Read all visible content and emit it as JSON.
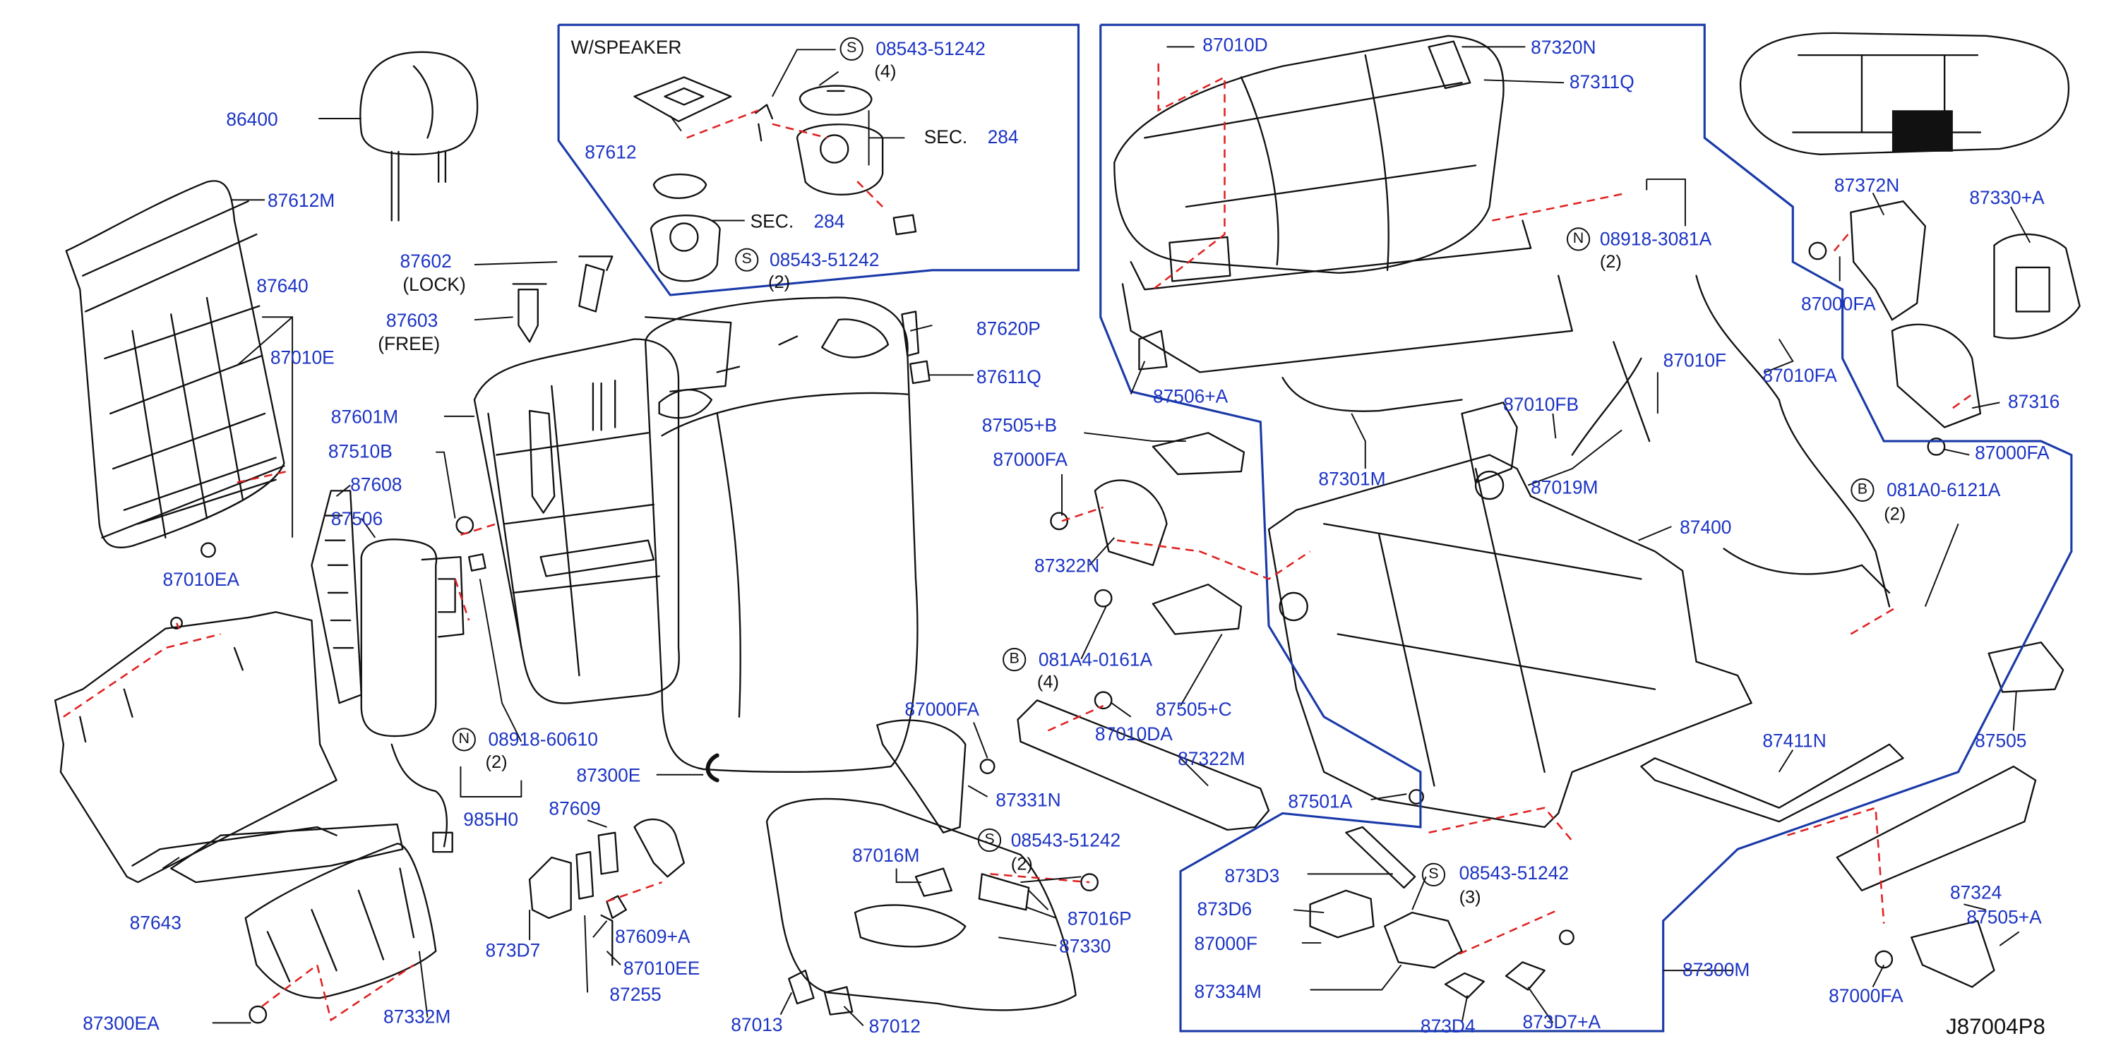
{
  "diagram_code": "J87004P8",
  "box_titles": {
    "speaker": "W/SPEAKER"
  },
  "notes": {
    "lock": "(LOCK)",
    "free": "(FREE)",
    "sec": "SEC."
  },
  "parts": [
    {
      "id": "p_86400",
      "label": "86400"
    },
    {
      "id": "p_87612M",
      "label": "87612M"
    },
    {
      "id": "p_87640",
      "label": "87640"
    },
    {
      "id": "p_87010E",
      "label": "87010E"
    },
    {
      "id": "p_87010EA",
      "label": "87010EA"
    },
    {
      "id": "p_87643",
      "label": "87643"
    },
    {
      "id": "p_87300EA",
      "label": "87300EA"
    },
    {
      "id": "p_87332M",
      "label": "87332M"
    },
    {
      "id": "p_87602",
      "label": "87602"
    },
    {
      "id": "p_87603",
      "label": "87603"
    },
    {
      "id": "p_87601M",
      "label": "87601M"
    },
    {
      "id": "p_87510B",
      "label": "87510B"
    },
    {
      "id": "p_87608",
      "label": "87608"
    },
    {
      "id": "p_87506",
      "label": "87506"
    },
    {
      "id": "p_08918_60610",
      "label": "08918-60610"
    },
    {
      "id": "p_985H0",
      "label": "985H0"
    },
    {
      "id": "p_87300E",
      "label": "87300E"
    },
    {
      "id": "p_87609",
      "label": "87609"
    },
    {
      "id": "p_873D7",
      "label": "873D7"
    },
    {
      "id": "p_87609A",
      "label": "87609+A"
    },
    {
      "id": "p_87010EE",
      "label": "87010EE"
    },
    {
      "id": "p_87255",
      "label": "87255"
    },
    {
      "id": "p_87612",
      "label": "87612"
    },
    {
      "id": "p_08543_51242_a",
      "label": "08543-51242"
    },
    {
      "id": "p_sec284_a",
      "label": "284"
    },
    {
      "id": "p_sec284_b",
      "label": "284"
    },
    {
      "id": "p_08543_51242_b",
      "label": "08543-51242"
    },
    {
      "id": "p_87620P",
      "label": "87620P"
    },
    {
      "id": "p_87611Q",
      "label": "87611Q"
    },
    {
      "id": "p_87505B",
      "label": "87505+B"
    },
    {
      "id": "p_87000FA_a",
      "label": "87000FA"
    },
    {
      "id": "p_87322N",
      "label": "87322N"
    },
    {
      "id": "p_081A4_0161A",
      "label": "081A4-0161A"
    },
    {
      "id": "p_87010DA",
      "label": "87010DA"
    },
    {
      "id": "p_87505C",
      "label": "87505+C"
    },
    {
      "id": "p_87322M",
      "label": "87322M"
    },
    {
      "id": "p_87000FA_b",
      "label": "87000FA"
    },
    {
      "id": "p_87331N",
      "label": "87331N"
    },
    {
      "id": "p_87016M",
      "label": "87016M"
    },
    {
      "id": "p_08543_51242_c",
      "label": "08543-51242"
    },
    {
      "id": "p_87016P",
      "label": "87016P"
    },
    {
      "id": "p_87330",
      "label": "87330"
    },
    {
      "id": "p_87013",
      "label": "87013"
    },
    {
      "id": "p_87012",
      "label": "87012"
    },
    {
      "id": "p_87010D",
      "label": "87010D"
    },
    {
      "id": "p_87320N",
      "label": "87320N"
    },
    {
      "id": "p_87311Q",
      "label": "87311Q"
    },
    {
      "id": "p_08918_3081A",
      "label": "08918-3081A"
    },
    {
      "id": "p_87506A",
      "label": "87506+A"
    },
    {
      "id": "p_87301M",
      "label": "87301M"
    },
    {
      "id": "p_87010F",
      "label": "87010F"
    },
    {
      "id": "p_87010FA_a",
      "label": "87010FA"
    },
    {
      "id": "p_87010FB",
      "label": "87010FB"
    },
    {
      "id": "p_87019M",
      "label": "87019M"
    },
    {
      "id": "p_87400",
      "label": "87400"
    },
    {
      "id": "p_081A0_6121A",
      "label": "081A0-6121A"
    },
    {
      "id": "p_87411N",
      "label": "87411N"
    },
    {
      "id": "p_87501A",
      "label": "87501A"
    },
    {
      "id": "p_873D3",
      "label": "873D3"
    },
    {
      "id": "p_08543_51242_d",
      "label": "08543-51242"
    },
    {
      "id": "p_873D6",
      "label": "873D6"
    },
    {
      "id": "p_87000F",
      "label": "87000F"
    },
    {
      "id": "p_87334M",
      "label": "87334M"
    },
    {
      "id": "p_873D4",
      "label": "873D4"
    },
    {
      "id": "p_873D7A",
      "label": "873D7+A"
    },
    {
      "id": "p_87300M",
      "label": "87300M"
    },
    {
      "id": "p_87372N",
      "label": "87372N"
    },
    {
      "id": "p_87330A",
      "label": "87330+A"
    },
    {
      "id": "p_87000FA_c",
      "label": "87000FA"
    },
    {
      "id": "p_87316",
      "label": "87316"
    },
    {
      "id": "p_87000FA_d",
      "label": "87000FA"
    },
    {
      "id": "p_87505",
      "label": "87505"
    },
    {
      "id": "p_87324",
      "label": "87324"
    },
    {
      "id": "p_87505A",
      "label": "87505+A"
    },
    {
      "id": "p_87000FA_e",
      "label": "87000FA"
    }
  ],
  "quantities": {
    "q_08543_a": "(4)",
    "q_08543_b": "(2)",
    "q_08918_60610": "(2)",
    "q_081A4": "(4)",
    "q_08543_c": "(2)",
    "q_08918_3081A": "(2)",
    "q_081A0": "(2)",
    "q_08543_d": "(3)"
  },
  "symbols": {
    "s": "S",
    "n": "N",
    "b": "B"
  },
  "colors": {
    "label": "#1c34c4",
    "line": "#111111",
    "frame": "#1a3aa8",
    "dashed": "#e02020"
  }
}
